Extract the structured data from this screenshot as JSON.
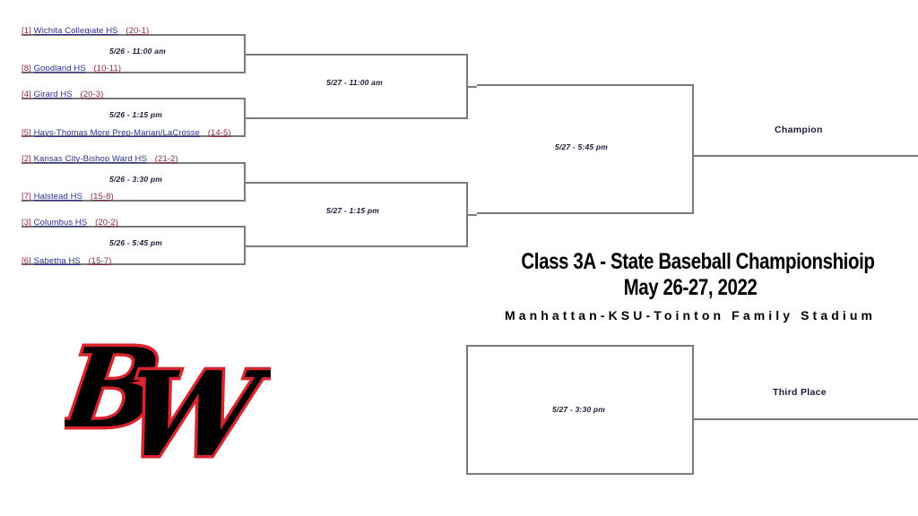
{
  "title": {
    "line1": "Class 3A - State Baseball Championshioip",
    "line2": "May 26-27, 2022",
    "venue": "Manhattan-KSU-Tointon Family Stadium"
  },
  "logo": {
    "text": "BW",
    "fill": "#000000",
    "stroke": "#d8252d"
  },
  "outcomes": {
    "champion": "Champion",
    "third_place": "Third Place"
  },
  "teams": [
    {
      "seed": "[1]",
      "name": "Wichita Collegiate HS",
      "record": "(20-1)"
    },
    {
      "seed": "[8]",
      "name": "Goodland HS",
      "record": "(10-11)"
    },
    {
      "seed": "[4]",
      "name": "Girard HS",
      "record": "(20-3)"
    },
    {
      "seed": "[5]",
      "name": "Hays-Thomas More Prep-Marian/LaCrosse",
      "record": "(14-5)"
    },
    {
      "seed": "[2]",
      "name": "Kansas City-Bishop Ward HS",
      "record": "(21-2)"
    },
    {
      "seed": "[7]",
      "name": "Halstead HS",
      "record": "(15-8)"
    },
    {
      "seed": "[3]",
      "name": "Columbus HS",
      "record": "(20-2)"
    },
    {
      "seed": "[6]",
      "name": "Sabetha HS",
      "record": "(15-7)"
    }
  ],
  "games": {
    "quarterfinals": [
      "5/26 - 11:00 am",
      "5/26 - 1:15 pm",
      "5/26 - 3:30 pm",
      "5/26 - 5:45 pm"
    ],
    "semifinals": [
      "5/27 - 11:00 am",
      "5/27 - 1:15 pm"
    ],
    "final": "5/27 - 5:45 pm",
    "third_place_game": "5/27 - 3:30 pm"
  },
  "colors": {
    "bracket_line": "#7a7a7a",
    "seed_text": "#8a2a4a",
    "team_text": "#2b2f8f",
    "time_text": "#1a1a3c",
    "logo_black": "#000000",
    "logo_red": "#d8252d"
  }
}
